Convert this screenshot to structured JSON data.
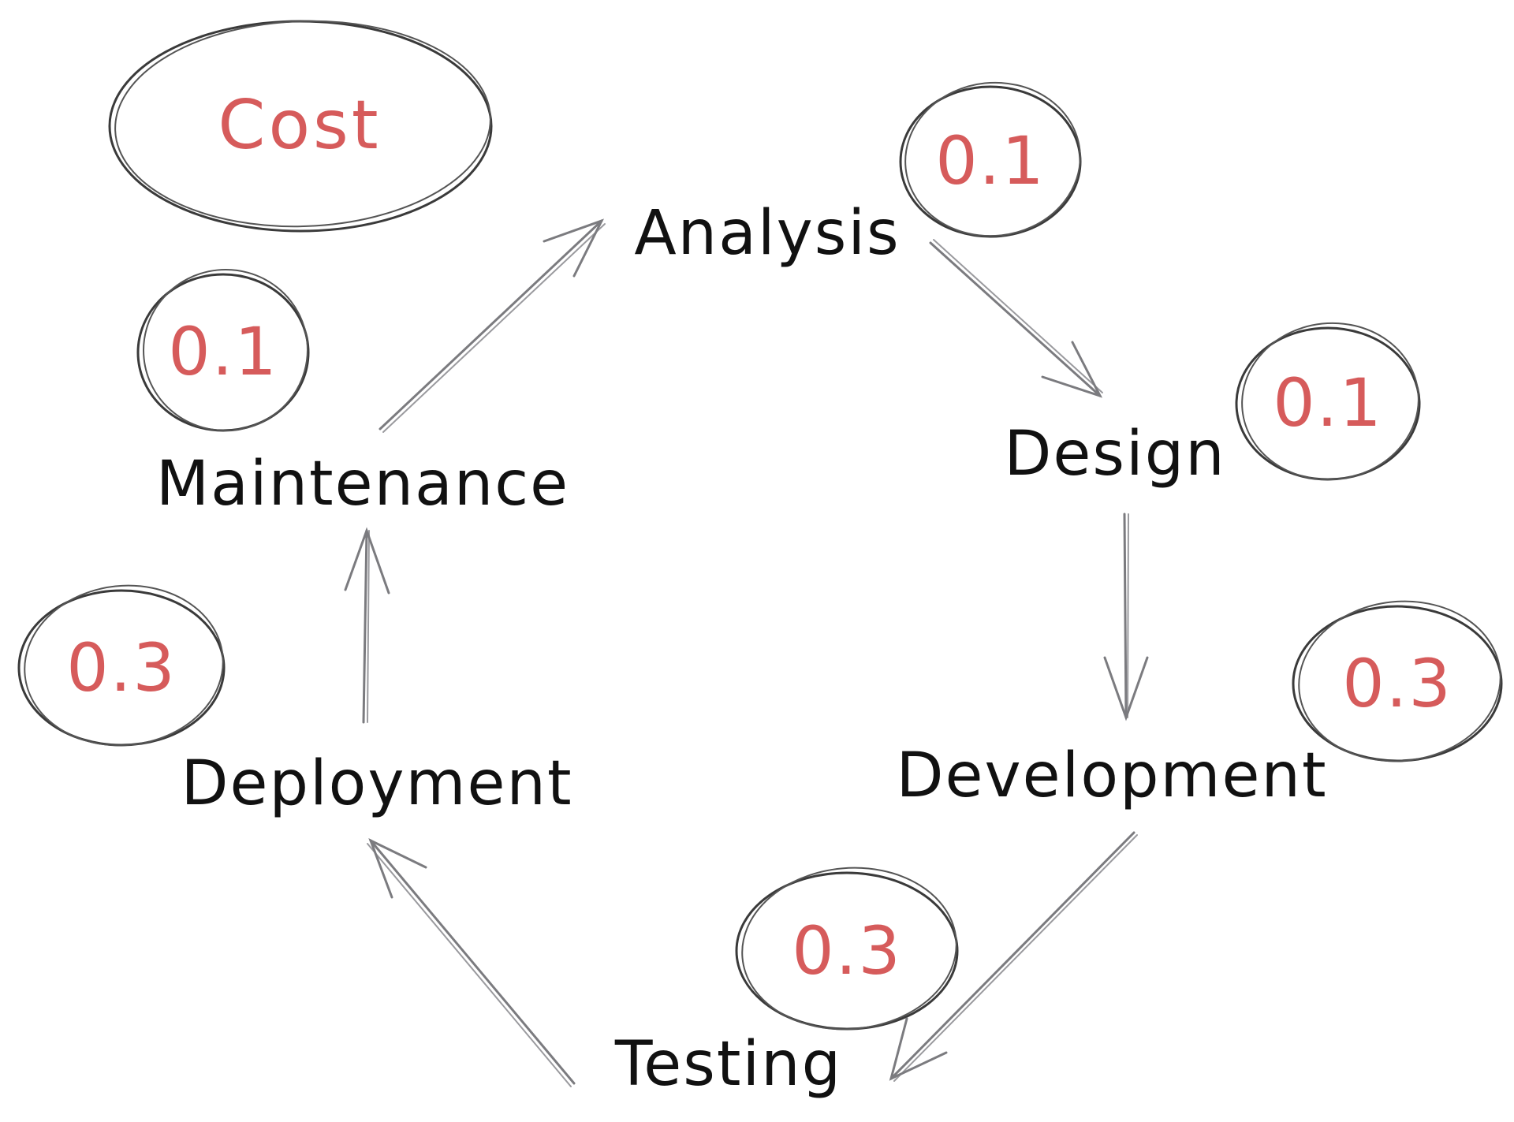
{
  "legend": {
    "title": "Cost"
  },
  "stages": [
    {
      "id": "analysis",
      "label": "Analysis",
      "cost": "0.1"
    },
    {
      "id": "design",
      "label": "Design",
      "cost": "0.1"
    },
    {
      "id": "development",
      "label": "Development",
      "cost": "0.3"
    },
    {
      "id": "testing",
      "label": "Testing",
      "cost": "0.3"
    },
    {
      "id": "deployment",
      "label": "Deployment",
      "cost": "0.3"
    },
    {
      "id": "maintenance",
      "label": "Maintenance",
      "cost": "0.1"
    }
  ],
  "edges": [
    {
      "from": "analysis",
      "to": "design"
    },
    {
      "from": "design",
      "to": "development"
    },
    {
      "from": "development",
      "to": "testing"
    },
    {
      "from": "testing",
      "to": "deployment"
    },
    {
      "from": "deployment",
      "to": "maintenance"
    },
    {
      "from": "maintenance",
      "to": "analysis"
    }
  ],
  "colors": {
    "cost_text": "#d65b5b",
    "label_text": "#111111",
    "outline": "#3a3a3a",
    "arrow": "#7b7b7f"
  }
}
